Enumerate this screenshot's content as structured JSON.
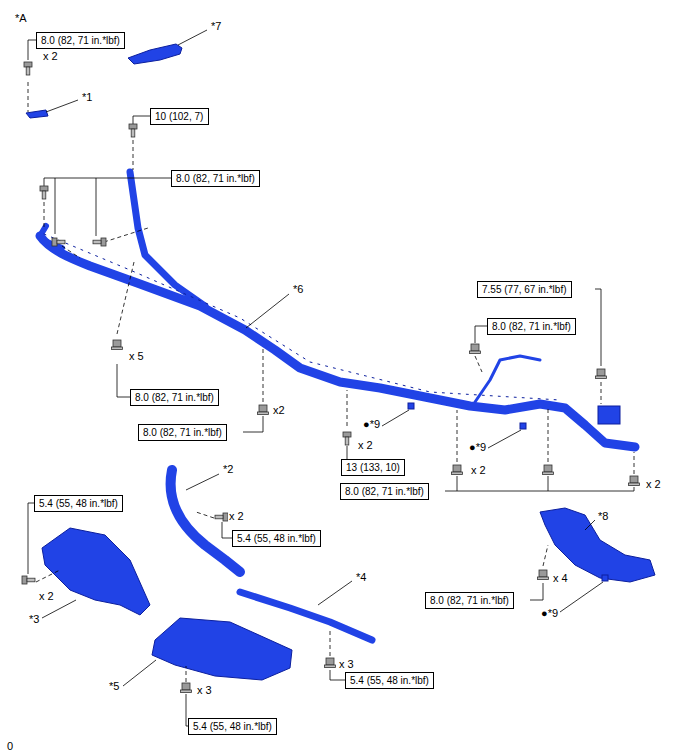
{
  "diagram": {
    "nodes": [
      {
        "text": [
          "8.0 (82, 71 in.*lbf)"
        ]
      },
      {
        "text": [
          "10 (102, 7)"
        ]
      },
      {
        "text": [
          "8.0 (82, 71 in.*lbf)"
        ]
      },
      {
        "text": [
          "7.55 (77, 67 in.*lbf)"
        ]
      },
      {
        "text": [
          "8.0 (82, 71 in.*lbf)"
        ]
      },
      {
        "text": [
          "8.0 (82, 71 in.*lbf)"
        ]
      },
      {
        "text": [
          "8.0 (82, 71 in.*lbf)"
        ]
      },
      {
        "text": [
          "13 (133, 10)"
        ]
      },
      {
        "text": [
          "8.0 (82, 71 in.*lbf)"
        ]
      },
      {
        "text": [
          "5.4 (55, 48 in.*lbf)"
        ]
      },
      {
        "text": [
          "5.4 (55, 48 in.*lbf)"
        ]
      },
      {
        "text": [
          "8.0 (82, 71 in.*lbf)"
        ]
      },
      {
        "text": [
          "5.4 (55, 48 in.*lbf)"
        ]
      },
      {
        "text": [
          "5.4 (55, 48 in.*lbf)"
        ]
      }
    ],
    "labels": [
      "*A",
      "*7",
      "x 2",
      "*1",
      "*6",
      "x 5",
      "x2",
      "●*9",
      "x 2",
      "●*9",
      "x 2",
      "x 2",
      "*2",
      "x 2",
      "*8",
      "x 4",
      "x 2",
      "●*9",
      "*4",
      "*3",
      "x 3",
      "*5",
      "x 3",
      "0"
    ]
  }
}
